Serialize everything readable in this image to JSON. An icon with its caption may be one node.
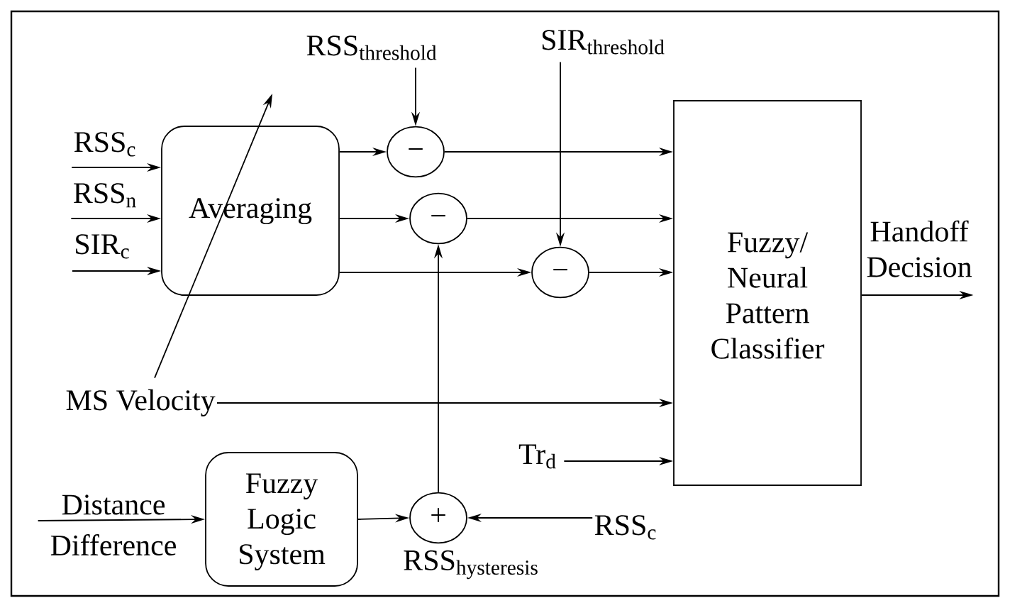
{
  "diagram": {
    "nodes": [
      {
        "text": [
          "Averaging"
        ]
      },
      {
        "text": [
          "−"
        ]
      },
      {
        "text": [
          "−"
        ]
      },
      {
        "text": [
          "−"
        ]
      },
      {
        "text": [
          "Fuzzy/ Neural Pattern Classifier"
        ]
      },
      {
        "text": [
          "Fuzzy Logic System"
        ]
      },
      {
        "text": [
          "+"
        ],
        "beside": [
          "\\mathrm{RSS}_{\\mathrm{hysteresis}}"
        ]
      },
      {
        "text": [
          "\\mathrm{RSS}_{\\mathrm{threshold}}"
        ]
      },
      {
        "text": [
          "\\mathrm{SIR}_{\\mathrm{threshold}}"
        ]
      },
      {
        "text": [
          "RSS$_{c}$"
        ]
      },
      {
        "text": [
          "RSS$_{n}$"
        ]
      },
      {
        "text": [
          "SIR$_{c}$"
        ]
      },
      {
        "text": [
          "MS Velocity"
        ]
      },
      {
        "text": [
          "Tr$_{d}$"
        ]
      },
      {
        "text": [
          "Distance Difference"
        ]
      },
      {
        "text": [
          "RSS$_{c}$"
        ]
      },
      {
        "text": [
          "Handoff Decision"
        ]
      }
    ],
    "edges": [
      {
        "from": 7,
        "to": 1,
        "arrow": "to"
      },
      {
        "from": 8,
        "to": 3,
        "arrow": "to"
      },
      {
        "from": 9,
        "to": 0,
        "arrow": "to"
      },
      {
        "from": 10,
        "to": 0,
        "arrow": "to"
      },
      {
        "from": 11,
        "to": 0,
        "arrow": "to"
      },
      {
        "from": 0,
        "to": 1,
        "arrow": "to"
      },
      {
        "from": 0,
        "to": 2,
        "arrow": "to"
      },
      {
        "from": 0,
        "to": 3,
        "arrow": "to"
      },
      {
        "from": 1,
        "to": 4,
        "arrow": "to"
      },
      {
        "from": 2,
        "to": 4,
        "arrow": "to"
      },
      {
        "from": 3,
        "to": 4,
        "arrow": "to"
      },
      {
        "from": 12,
        "to": 4,
        "arrow": "to"
      },
      {
        "from": 13,
        "to": 4,
        "arrow": "to"
      },
      {
        "from": 14,
        "to": 5,
        "arrow": "to"
      },
      {
        "from": 5,
        "to": 6,
        "arrow": "to"
      },
      {
        "from": 15,
        "to": 6,
        "arrow": "to"
      },
      {
        "from": 6,
        "to": 2,
        "arrow": "to"
      },
      {
        "from": 4,
        "to": 16,
        "arrow": "to"
      },
      {
        "from": 12,
        "to": null,
        "arrow": "to"
      }
    ]
  }
}
